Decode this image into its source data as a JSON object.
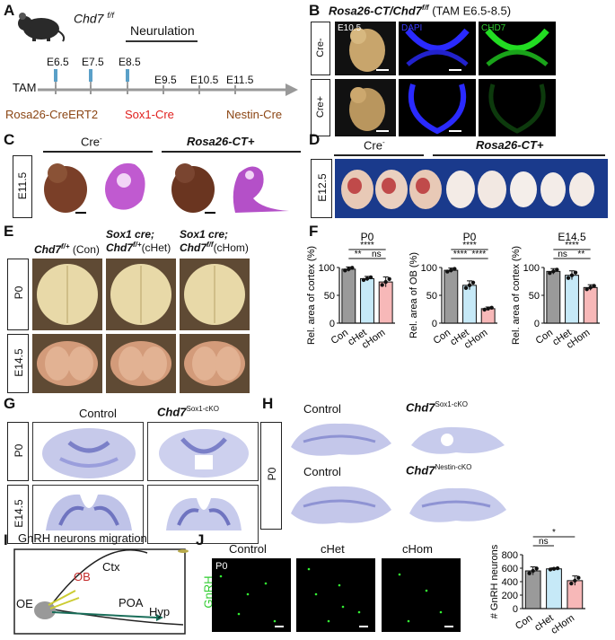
{
  "panels": {
    "A": {
      "label": "A",
      "mouse_genotype": "Chd7",
      "mouse_sup": "f/f",
      "neurulation": "Neurulation",
      "tam": "TAM",
      "stages": [
        "E6.5",
        "E7.5",
        "E8.5",
        "E9.5",
        "E10.5",
        "E11.5"
      ],
      "drivers": {
        "rosa": "Rosa26-CreERT2",
        "sox": "Sox1-Cre",
        "nestin": "Nestin-Cre"
      },
      "colors": {
        "rosa": "#8B4513",
        "sox": "#E0201E",
        "nestin": "#8B4513",
        "syringe": "#5aa0c8"
      }
    },
    "B": {
      "label": "B",
      "title": "Rosa26-CT/Chd7",
      "title_sup": "f/f",
      "title_tail": " (TAM E6.5-8.5)",
      "stage": "E10.5",
      "channels": [
        "DAPI",
        "CHD7"
      ],
      "rows": [
        "Cre-",
        "Cre+"
      ],
      "colors": {
        "dapi": "#3a3aff",
        "chd7": "#2ecc2e"
      }
    },
    "C": {
      "label": "C",
      "stage": "E11.5",
      "groups": [
        "Cre",
        "Rosa26-CT+"
      ],
      "cre_sup": "-"
    },
    "D": {
      "label": "D",
      "stage": "E12.5",
      "groups": [
        "Cre",
        "Rosa26-CT+"
      ],
      "cre_sup": "-"
    },
    "E": {
      "label": "E",
      "cols": [
        {
          "line1": "",
          "gene": "Chd7",
          "sup": "f/+",
          "tail": " (Con)"
        },
        {
          "line1": "Sox1 cre;",
          "gene": "Chd7",
          "sup": "f/+",
          "tail": "(cHet)"
        },
        {
          "line1": "Sox1 cre;",
          "gene": "Chd7",
          "sup": "f/f",
          "tail": "(cHom)"
        }
      ],
      "rows": [
        "P0",
        "E14.5"
      ]
    },
    "F": {
      "label": "F",
      "charts": [
        {
          "title": "P0",
          "ylabel": "Rel. area of cortex (%)",
          "categories": [
            "Con",
            "cHet",
            "cHom"
          ],
          "values": [
            97,
            80,
            74
          ],
          "errors": [
            4,
            4,
            9
          ],
          "ylim": [
            0,
            100
          ],
          "yticks": [
            "0",
            "50",
            "100"
          ],
          "sig": [
            {
              "a": 0,
              "b": 1,
              "text": "**"
            },
            {
              "a": 1,
              "b": 2,
              "text": "ns"
            },
            {
              "a": 0,
              "b": 2,
              "text": "****"
            }
          ]
        },
        {
          "title": "P0",
          "ylabel": "Rel. area of OB (%)",
          "categories": [
            "Con",
            "cHet",
            "cHom"
          ],
          "values": [
            95,
            68,
            26
          ],
          "errors": [
            4,
            8,
            3
          ],
          "ylim": [
            0,
            100
          ],
          "yticks": [
            "0",
            "50",
            "100"
          ],
          "sig": [
            {
              "a": 0,
              "b": 1,
              "text": "****"
            },
            {
              "a": 1,
              "b": 2,
              "text": "****"
            },
            {
              "a": 0,
              "b": 2,
              "text": "****"
            }
          ]
        },
        {
          "title": "E14.5",
          "ylabel": "Rel. area of cortex (%)",
          "categories": [
            "Con",
            "cHet",
            "cHom"
          ],
          "values": [
            93,
            86,
            64
          ],
          "errors": [
            5,
            8,
            5
          ],
          "ylim": [
            0,
            100
          ],
          "yticks": [
            "0",
            "50",
            "100"
          ],
          "sig": [
            {
              "a": 0,
              "b": 1,
              "text": "ns"
            },
            {
              "a": 1,
              "b": 2,
              "text": "**"
            },
            {
              "a": 0,
              "b": 2,
              "text": "****"
            }
          ]
        }
      ],
      "bar_colors": [
        "#9a9a9a",
        "#c6e9f7",
        "#f7b8b8"
      ]
    },
    "G": {
      "label": "G",
      "control": "Control",
      "gene": "Chd7",
      "sup": "Sox1-cKO",
      "rows": [
        "P0",
        "E14.5"
      ]
    },
    "H": {
      "label": "H",
      "stage": "P0",
      "control": "Control",
      "gene": "Chd7",
      "sup1": "Sox1-cKO",
      "sup2": "Nestin-cKO"
    },
    "I": {
      "label": "I",
      "title": "GnRH neurons migration",
      "ob": "OB",
      "ctx": "Ctx",
      "oe": "OE",
      "poa": "POA",
      "hyp": "Hyp"
    },
    "J": {
      "label": "J",
      "stage": "P0",
      "channel": "GnRH",
      "cols": [
        "Control",
        "cHet",
        "cHom"
      ]
    }
  },
  "chart_data": {
    "type": "bar",
    "title": "",
    "ylabel": "# GnRH neurons",
    "categories": [
      "Con",
      "cHet",
      "cHom"
    ],
    "values": [
      560,
      590,
      415
    ],
    "errors": [
      60,
      15,
      70
    ],
    "ylim": [
      0,
      800
    ],
    "yticks": [
      "0",
      "200",
      "400",
      "600",
      "800"
    ],
    "sig": [
      {
        "a": 0,
        "b": 1,
        "text": "ns"
      },
      {
        "a": 0,
        "b": 2,
        "text": "*"
      }
    ]
  }
}
